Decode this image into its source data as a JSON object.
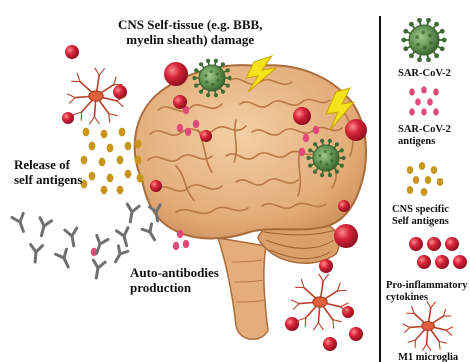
{
  "labels": {
    "damage_line1": "CNS Self-tissue (e.g. BBB,",
    "damage_line2": "myelin sheath) damage",
    "release_line1": "Release of",
    "release_line2": "self antigens",
    "autoab_line1": "Auto-antibodies",
    "autoab_line2": "production"
  },
  "legend": {
    "items": [
      {
        "lines": [
          "SAR-CoV-2"
        ],
        "icon": "virus-icon"
      },
      {
        "lines": [
          "SAR-CoV-2",
          "antigens"
        ],
        "icon": "viral-antigens-icon"
      },
      {
        "lines": [
          "CNS specific",
          "Self antigens"
        ],
        "icon": "self-antigens-icon"
      },
      {
        "lines": [
          "Pro-inflammatory",
          "cytokines"
        ],
        "icon": "cytokines-icon"
      },
      {
        "lines": [
          "M1 microglia"
        ],
        "icon": "microglia-icon"
      }
    ]
  },
  "colors": {
    "brain": "#e8b98a",
    "brain_fold": "#b97844",
    "virus": "#5e8f4f",
    "virus_spike": "#3f6b34",
    "cytokine": "#c81f3a",
    "viral_antigen": "#e34a7a",
    "self_antigen": "#c9961c",
    "antibody": "#707070",
    "microglia": "#e0603e",
    "lightning": "#f4e21a",
    "divider": "#111111"
  }
}
